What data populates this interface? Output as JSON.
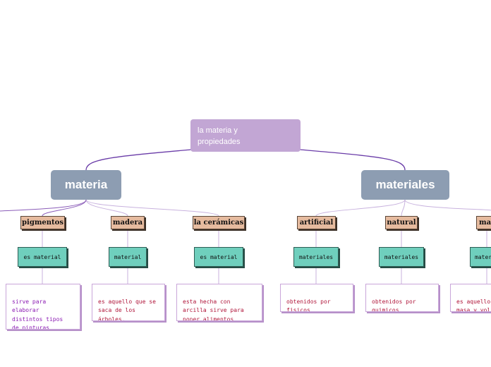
{
  "root": {
    "label": "la materia y\npropiedades"
  },
  "branches": [
    {
      "label": "materia",
      "children": [
        {
          "tag": "pigmentos",
          "sub": "es material",
          "desc": "sirve para\nelaborar\ndistintos tipos\nde pinturas"
        },
        {
          "tag": "madera",
          "sub": "material",
          "desc": "es aquello que se\nsaca de los\nárboles."
        },
        {
          "tag": "la cerámicas",
          "sub": "es material",
          "desc": "esta hecha con\narcilla sirve para\nponer alimentos"
        }
      ]
    },
    {
      "label": "materiales",
      "children": [
        {
          "tag": "artificial",
          "sub": "materiales",
          "desc": "obtenidos por\nfisicos"
        },
        {
          "tag": "natural",
          "sub": "materiales",
          "desc": "obtenidos por\nquimicos"
        },
        {
          "tag": "mat",
          "sub": "mater",
          "desc": "es aquello\nmasa y vol"
        }
      ]
    }
  ],
  "colors": {
    "root": "#c2a6d4",
    "branch": "#8d9db2",
    "tag": "#e6bb9f",
    "sub": "#6fcfbd",
    "connector_main": "#6a3ca8",
    "connector_light": "#c8b2de",
    "desc_text_purple": "#8b1bb3",
    "desc_text_red": "#b0163a"
  }
}
